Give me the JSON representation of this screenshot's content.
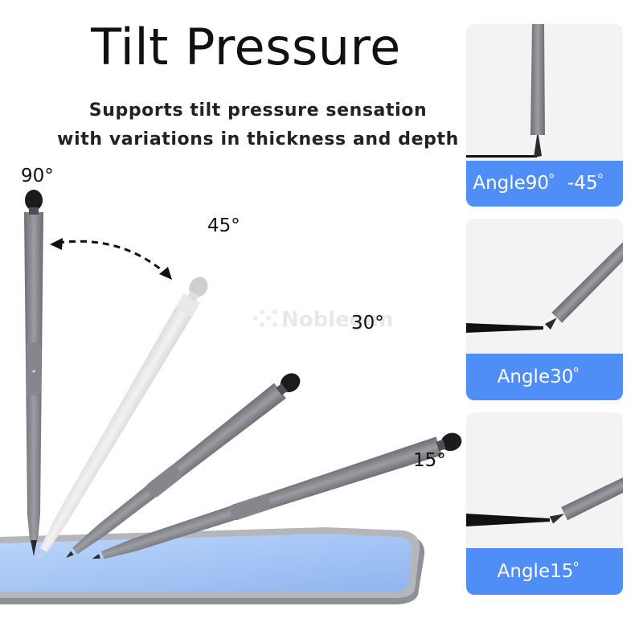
{
  "heading": {
    "title": "Tilt Pressure",
    "subtitle_line1": "Supports tilt pressure sensation",
    "subtitle_line2": "with variations in thickness and depth"
  },
  "pen_angles": {
    "a90": "90°",
    "a45": "45°",
    "a30": "30°",
    "a15": "15°"
  },
  "watermark": "Noblegen",
  "panels": [
    {
      "label": "Angle90゜-45゜"
    },
    {
      "label": "Angle30゜"
    },
    {
      "label": "Angle15゜"
    }
  ],
  "colors": {
    "accent_blue": "#4f8ef7",
    "pen_gray": "#7a7c82",
    "pen_ghost": "#e4e4e6",
    "screen_blue": "#9ec1f3",
    "tablet_frame": "#a9abb0"
  }
}
